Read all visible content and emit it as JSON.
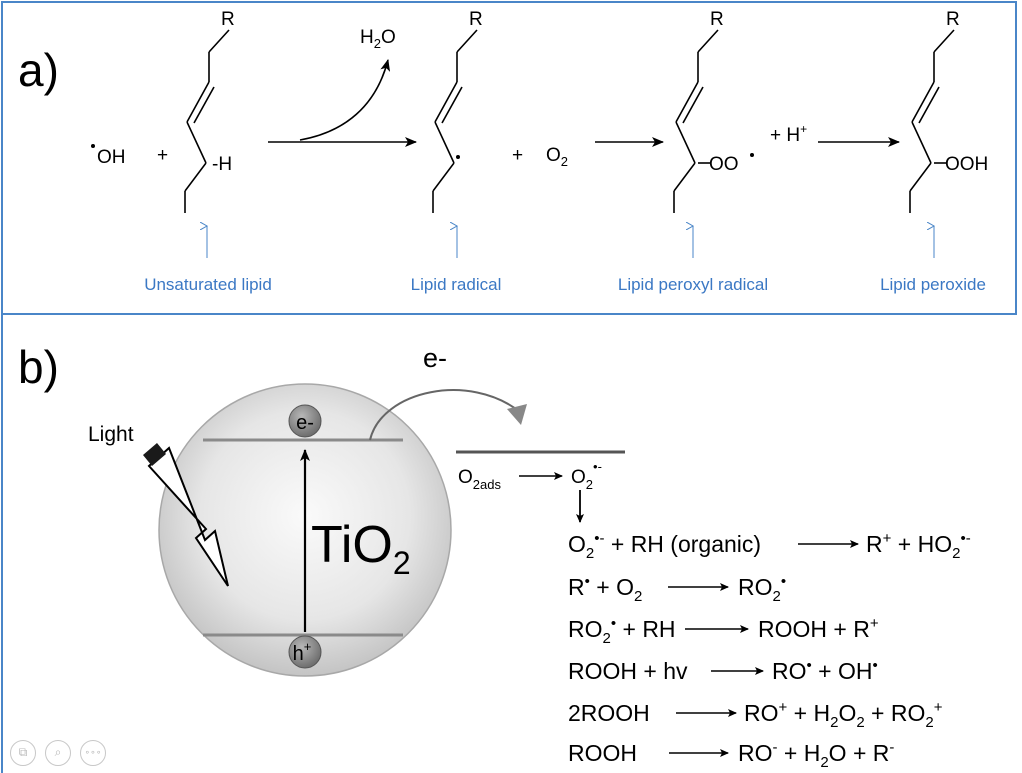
{
  "panel_a": {
    "label": "a)",
    "reactants": {
      "hydroxyl": "OH",
      "plus": "+",
      "abstracted_h": "-H"
    },
    "water": {
      "h": "H",
      "sub": "2",
      "o": "O"
    },
    "plus_2": "+",
    "oxygen": {
      "o": "O",
      "sub": "2"
    },
    "plus_3": "+ H",
    "plus_3_sup": "+",
    "r_group": "R",
    "peroxyl_group": "OO",
    "peroxide_group": "OOH",
    "captions": [
      "Unsaturated lipid",
      "Lipid radical",
      "Lipid peroxyl radical",
      "Lipid peroxide"
    ]
  },
  "panel_b": {
    "label": "b)",
    "light_label": "Light",
    "electron": "e-",
    "electron_transfer": "e-",
    "hole": "h",
    "hole_sup": "+",
    "catalyst": {
      "main": "TiO",
      "sub": "2"
    },
    "adsorbed_oxygen": {
      "main": "O",
      "sub": "2ads"
    },
    "superoxide": {
      "main": "O",
      "sub": "2",
      "sup": "•-"
    },
    "equations": [
      {
        "lhs": "O<sub>2</sub><sup>•-</sup> + RH (organic)",
        "rhs": "R<sup>+</sup> + HO<sub>2</sub><sup>•-</sup>"
      },
      {
        "lhs": "R<sup>•</sup> + O<sub>2</sub>",
        "rhs": "RO<sub>2</sub><sup>•</sup>"
      },
      {
        "lhs": "RO<sub>2</sub><sup>•</sup> + RH",
        "rhs": "ROOH + R<sup>+</sup>"
      },
      {
        "lhs": "ROOH + hv",
        "rhs": "RO<sup>•</sup> + OH<sup>•</sup>"
      },
      {
        "lhs": "2ROOH",
        "rhs": "RO<sup>+</sup> + H<sub>2</sub>O<sub>2</sub> + RO<sub>2</sub><sup>+</sup>"
      },
      {
        "lhs": "ROOH",
        "rhs": "RO<sup>-</sup> + H<sub>2</sub>O + R<sup>-</sup>"
      }
    ]
  },
  "viewer_controls": [
    {
      "name": "copy-icon",
      "glyph": "⧉"
    },
    {
      "name": "zoom-icon",
      "glyph": "⌕"
    },
    {
      "name": "more-icon",
      "glyph": "∘∘∘"
    }
  ]
}
